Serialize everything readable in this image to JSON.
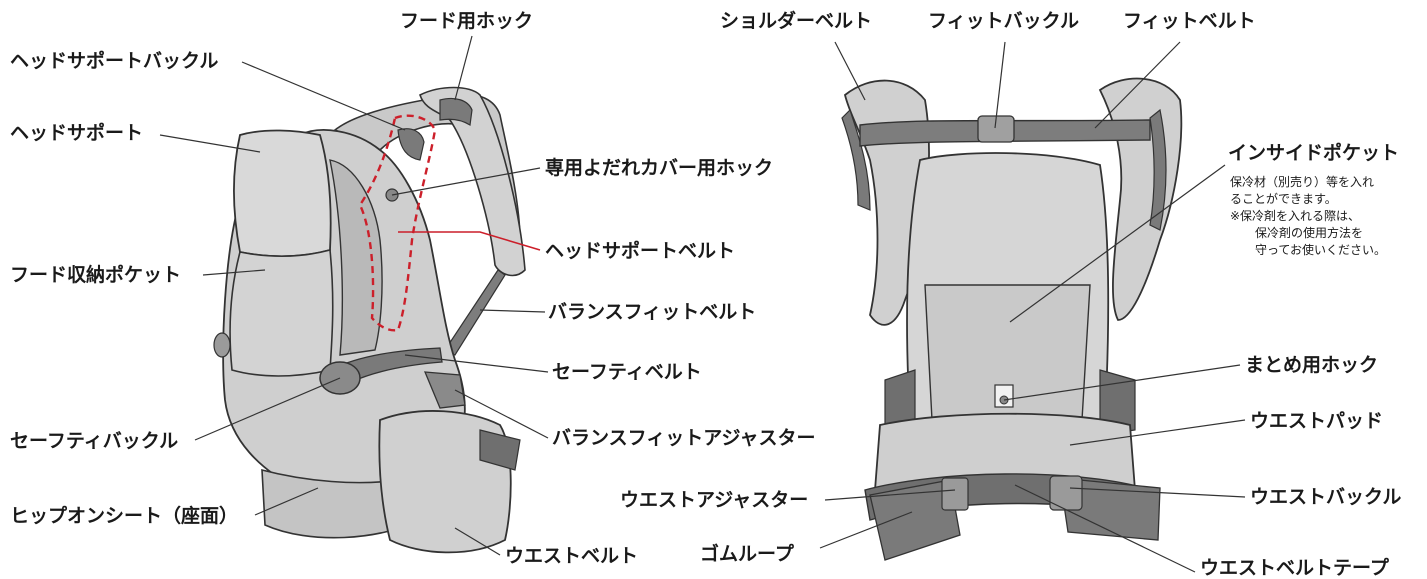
{
  "colors": {
    "fabric_light": "#d6d6d6",
    "fabric_mid": "#bdbdbd",
    "fabric_shade": "#a8a8a8",
    "strap_dark": "#6f6f6f",
    "outline": "#333333",
    "leader": "#333333",
    "accent_red": "#cc1f2a"
  },
  "left_figure": {
    "labels": {
      "hood_hook": "フード用ホック",
      "head_support_buckle": "ヘッドサポートバックル",
      "head_support": "ヘッドサポート",
      "drool_cover_hook": "専用よだれカバー用ホック",
      "head_support_belt": "ヘッドサポートベルト",
      "hood_pocket": "フード収納ポケット",
      "balance_fit_belt": "バランスフィットベルト",
      "safety_belt": "セーフティベルト",
      "safety_buckle": "セーフティバックル",
      "balance_fit_adjuster": "バランスフィットアジャスター",
      "hip_on_seat": "ヒップオンシート（座面）",
      "waist_belt": "ウエストベルト"
    }
  },
  "right_figure": {
    "labels": {
      "shoulder_belt": "ショルダーベルト",
      "fit_buckle": "フィットバックル",
      "fit_belt": "フィットベルト",
      "inside_pocket": "インサイドポケット",
      "binding_hook": "まとめ用ホック",
      "waist_pad": "ウエストパッド",
      "waist_adjuster": "ウエストアジャスター",
      "waist_buckle": "ウエストバックル",
      "rubber_loop": "ゴムループ",
      "waist_belt_tape": "ウエストベルトテープ"
    },
    "inside_pocket_note": {
      "line1": "保冷材（別売り）等を入れ",
      "line2": "ることができます。",
      "line3": "※保冷剤を入れる際は、",
      "line4": "保冷剤の使用方法を",
      "line5": "守ってお使いください。"
    }
  }
}
